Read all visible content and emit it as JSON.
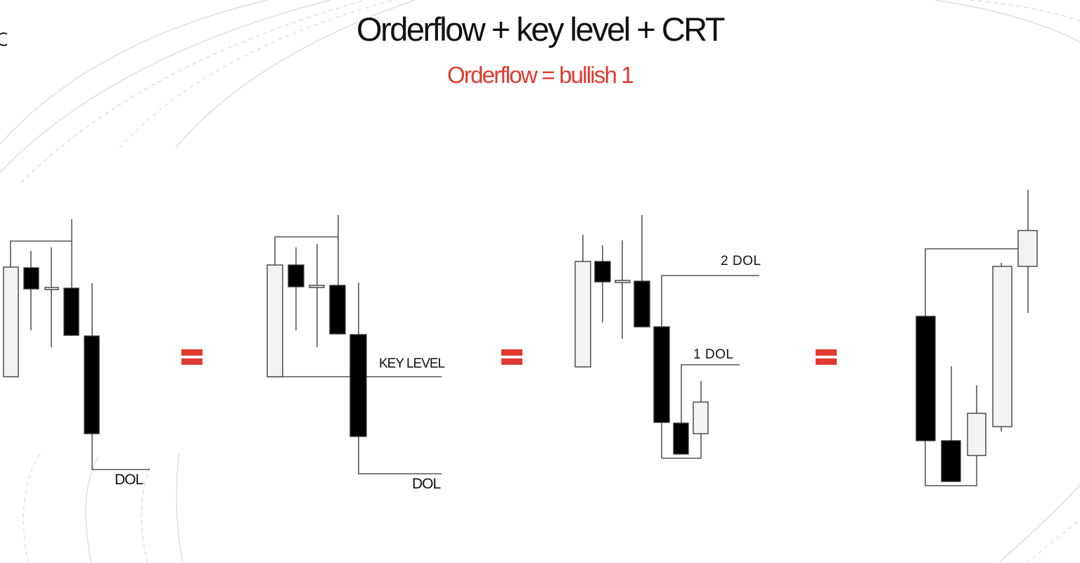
{
  "title": "Orderflow + key level + CRT",
  "subtitle": "Orderflow = bullish 1",
  "colors": {
    "accent_red": "#e03a30",
    "bear_candle": "#000000",
    "bull_candle": "#f2f3f5",
    "line": "#333333"
  },
  "panels": [
    {
      "id": "orderflow",
      "labels": {
        "dol": "DOL"
      }
    },
    {
      "id": "key-level",
      "labels": {
        "key_level": "KEY  LEVEL",
        "dol": "DOL"
      }
    },
    {
      "id": "crt",
      "labels": {
        "dol_2": "2 DOL",
        "dol_1": "1 DOL"
      }
    },
    {
      "id": "result",
      "labels": {}
    }
  ],
  "operators": [
    "equals",
    "equals",
    "equals"
  ]
}
